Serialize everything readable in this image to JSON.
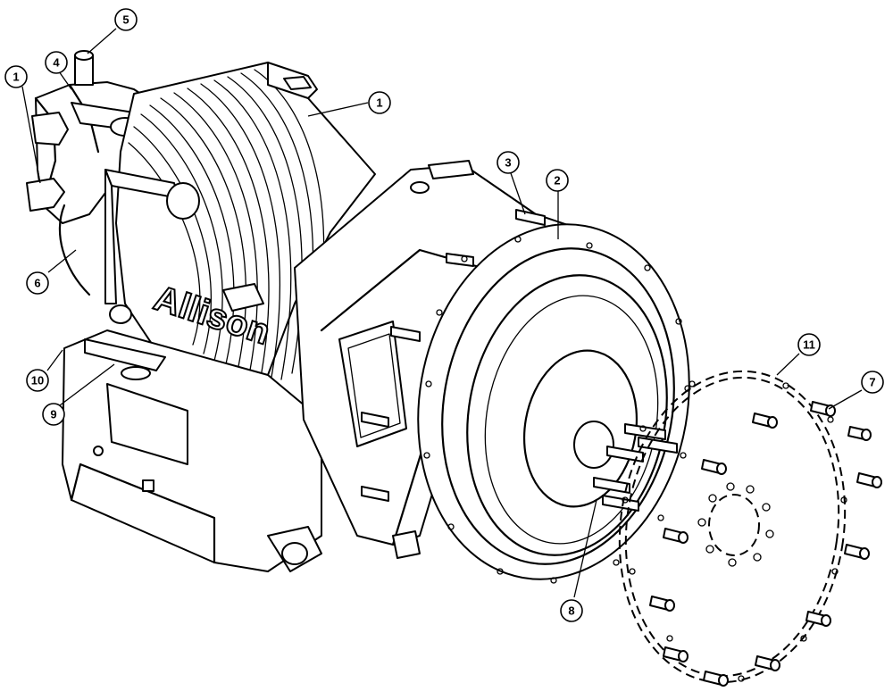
{
  "figure": {
    "brand_text": "Allison",
    "callouts": [
      {
        "number": "1"
      },
      {
        "number": "1"
      },
      {
        "number": "2"
      },
      {
        "number": "3"
      },
      {
        "number": "4"
      },
      {
        "number": "5"
      },
      {
        "number": "6"
      },
      {
        "number": "7"
      },
      {
        "number": "8"
      },
      {
        "number": "9"
      },
      {
        "number": "10"
      },
      {
        "number": "11"
      }
    ]
  },
  "colors": {
    "line": "#000000",
    "background": "#ffffff"
  }
}
